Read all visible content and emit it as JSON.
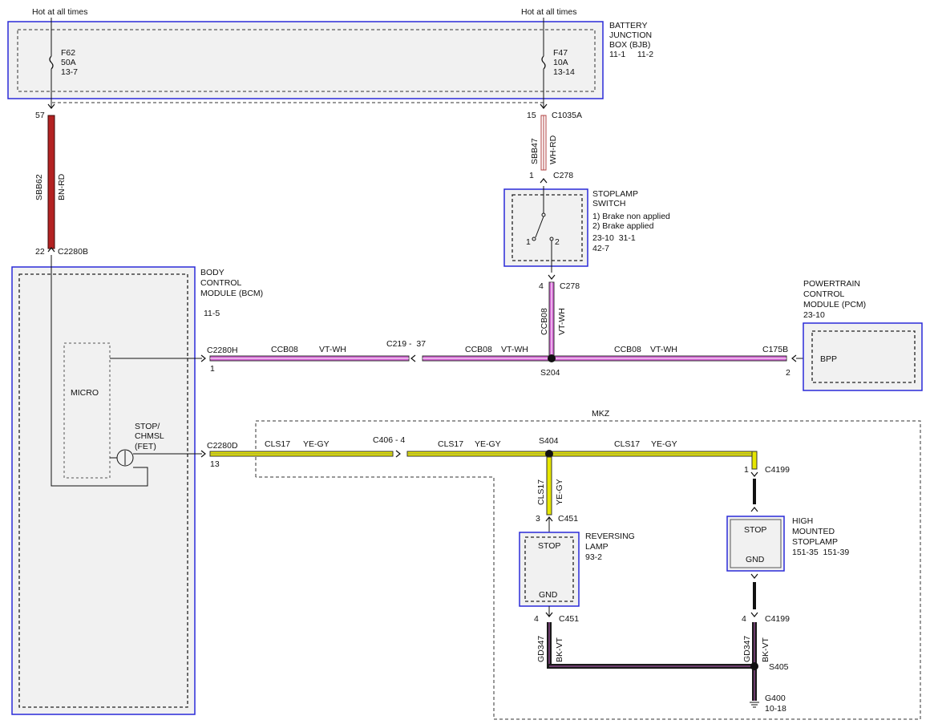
{
  "colors": {
    "module_border": "#2a2ad8",
    "module_fill": "#f1f1f1",
    "wire_bnrd": "#b32222",
    "wire_vtwh": "#d060d0",
    "wire_yegy": "#e6e600",
    "wire_bkvt": "#1a1a1a",
    "wire_bkvt_stripe": "#c060c0",
    "wire_whrd": "#b04040",
    "dashed": "#333333"
  },
  "power": {
    "left_label": "Hot at all times",
    "right_label": "Hot at all times"
  },
  "bjb": {
    "name_line1": "BATTERY",
    "name_line2": "JUNCTION",
    "name_line3": "BOX (BJB)",
    "ref": "11-1     11-2",
    "fuse_left": {
      "id": "F62",
      "rating": "50A",
      "ref": "13-7"
    },
    "fuse_right": {
      "id": "F47",
      "rating": "10A",
      "ref": "13-14"
    }
  },
  "connectors": {
    "c1035a_pin": "15",
    "c1035a_name": "C1035A",
    "c278_top_pin": "1",
    "c278_top_name": "C278",
    "c278_bottom_pin": "4",
    "c278_bottom_name": "C278",
    "c2280b_pin": "22",
    "c2280b_name": "C2280B",
    "bjb57_pin": "57",
    "c2280h_name": "C2280H",
    "c2280h_pin": "1",
    "c2280d_name": "C2280D",
    "c2280d_pin": "13",
    "c219": "C219 -  37",
    "c406": "C406 - 4",
    "c175b_name": "C175B",
    "c175b_pin": "2",
    "c451_top_pin": "3",
    "c451_top_name": "C451",
    "c451_bottom_pin": "4",
    "c451_bottom_name": "C451",
    "c4199_top_pin": "1",
    "c4199_top_name": "C4199",
    "c4199_bottom_pin": "4",
    "c4199_bottom_name": "C4199"
  },
  "splices": {
    "s204": "S204",
    "s404": "S404",
    "s405": "S405",
    "g400": "G400",
    "g400_ref": "10-18"
  },
  "wires": {
    "sbb62": "SBB62",
    "bnrd": "BN-RD",
    "sbb47": "SBB47",
    "whrd": "WH-RD",
    "ccb08": "CCB08",
    "vtwh": "VT-WH",
    "cls17": "CLS17",
    "yegy": "YE-GY",
    "gd347": "GD347",
    "bkvt": "BK-VT"
  },
  "stoplamp_switch": {
    "name_line1": "STOPLAMP",
    "name_line2": "SWITCH",
    "state1": "1) Brake non applied",
    "state2": "2) Brake applied",
    "ref1": "23-10  31-1",
    "ref2": "42-7",
    "pos1": "1",
    "pos2": "2"
  },
  "bcm": {
    "name_line1": "BODY",
    "name_line2": "CONTROL",
    "name_line3": "MODULE (BCM)",
    "ref": "11-5",
    "micro": "MICRO",
    "fet_line1": "STOP/",
    "fet_line2": "CHMSL",
    "fet_line3": "(FET)"
  },
  "pcm": {
    "name_line1": "POWERTRAIN",
    "name_line2": "CONTROL",
    "name_line3": "MODULE (PCM)",
    "ref": "23-10",
    "pin_label": "BPP"
  },
  "mkz_label": "MKZ",
  "reversing_lamp": {
    "name_line1": "REVERSING",
    "name_line2": "LAMP",
    "ref": "93-2",
    "top": "STOP",
    "bottom": "GND"
  },
  "hmsl": {
    "name_line1": "HIGH",
    "name_line2": "MOUNTED",
    "name_line3": "STOPLAMP",
    "ref": "151-35  151-39",
    "top": "STOP",
    "bottom": "GND"
  }
}
